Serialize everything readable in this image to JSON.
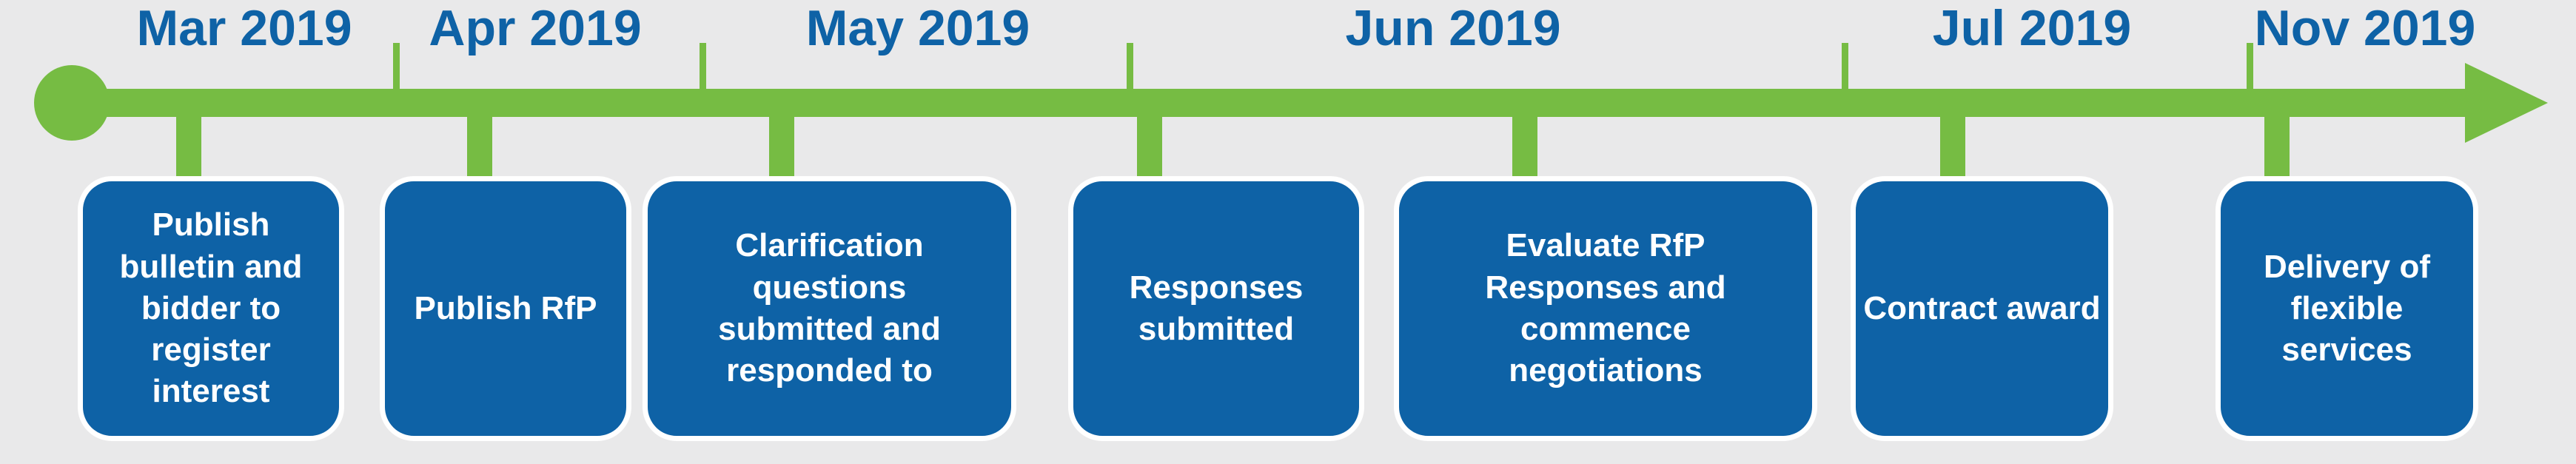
{
  "timeline": {
    "months": [
      {
        "label": "Mar 2019"
      },
      {
        "label": "Apr 2019"
      },
      {
        "label": "May 2019"
      },
      {
        "label": "Jun 2019"
      },
      {
        "label": "Jul 2019"
      },
      {
        "label": "Nov 2019"
      }
    ],
    "milestones": [
      {
        "label": "Publish\nbulletin and\nbidder to\nregister\ninterest"
      },
      {
        "label": "Publish RfP"
      },
      {
        "label": "Clarification\nquestions\nsubmitted and\nresponded to"
      },
      {
        "label": "Responses\nsubmitted"
      },
      {
        "label": "Evaluate RfP\nResponses and\ncommence\nnegotiations"
      },
      {
        "label": "Contract award"
      },
      {
        "label": "Delivery of\nflexible\nservices"
      }
    ],
    "colors": {
      "timeline_green": "#76bc43",
      "milestone_box_blue": "#0e62a6",
      "month_label_blue": "#0e62a6",
      "box_border_white": "#ffffff",
      "box_text_white": "#ffffff",
      "background_gray": "#e9e9ea"
    }
  }
}
